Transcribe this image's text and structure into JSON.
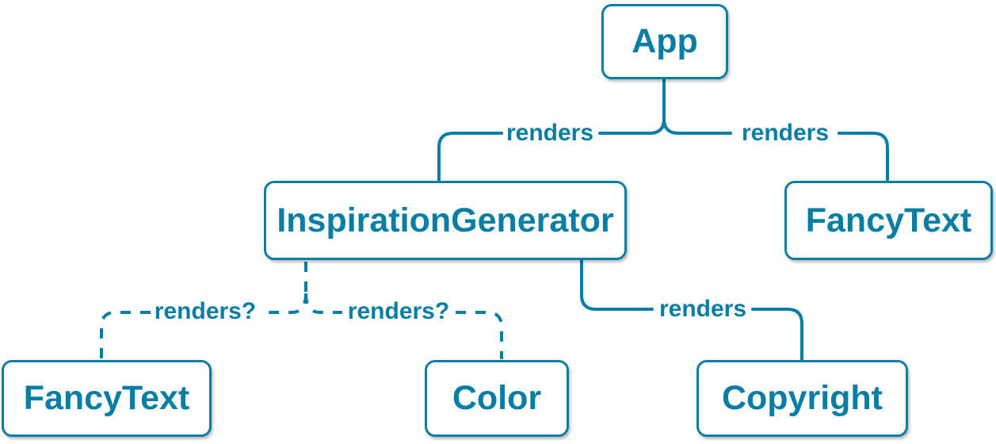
{
  "page": {
    "background_color": "#ffffff"
  },
  "diagram": {
    "type": "component-render-tree",
    "accent_color": "#087ea4",
    "node_fill_color": "#ffffff",
    "nodes": {
      "app": {
        "label": "App"
      },
      "inspiration_generator": {
        "label": "InspirationGenerator"
      },
      "fancy_text_top": {
        "label": "FancyText"
      },
      "fancy_text_bottom": {
        "label": "FancyText"
      },
      "color": {
        "label": "Color"
      },
      "copyright": {
        "label": "Copyright"
      }
    },
    "edges": {
      "app_to_inspiration_generator": {
        "label": "renders",
        "style": "solid"
      },
      "app_to_fancy_text": {
        "label": "renders",
        "style": "solid"
      },
      "inspiration_generator_to_copyright": {
        "label": "renders",
        "style": "solid"
      },
      "inspiration_generator_to_fancy_text": {
        "label": "renders?",
        "style": "dashed"
      },
      "inspiration_generator_to_color": {
        "label": "renders?",
        "style": "dashed"
      }
    }
  }
}
